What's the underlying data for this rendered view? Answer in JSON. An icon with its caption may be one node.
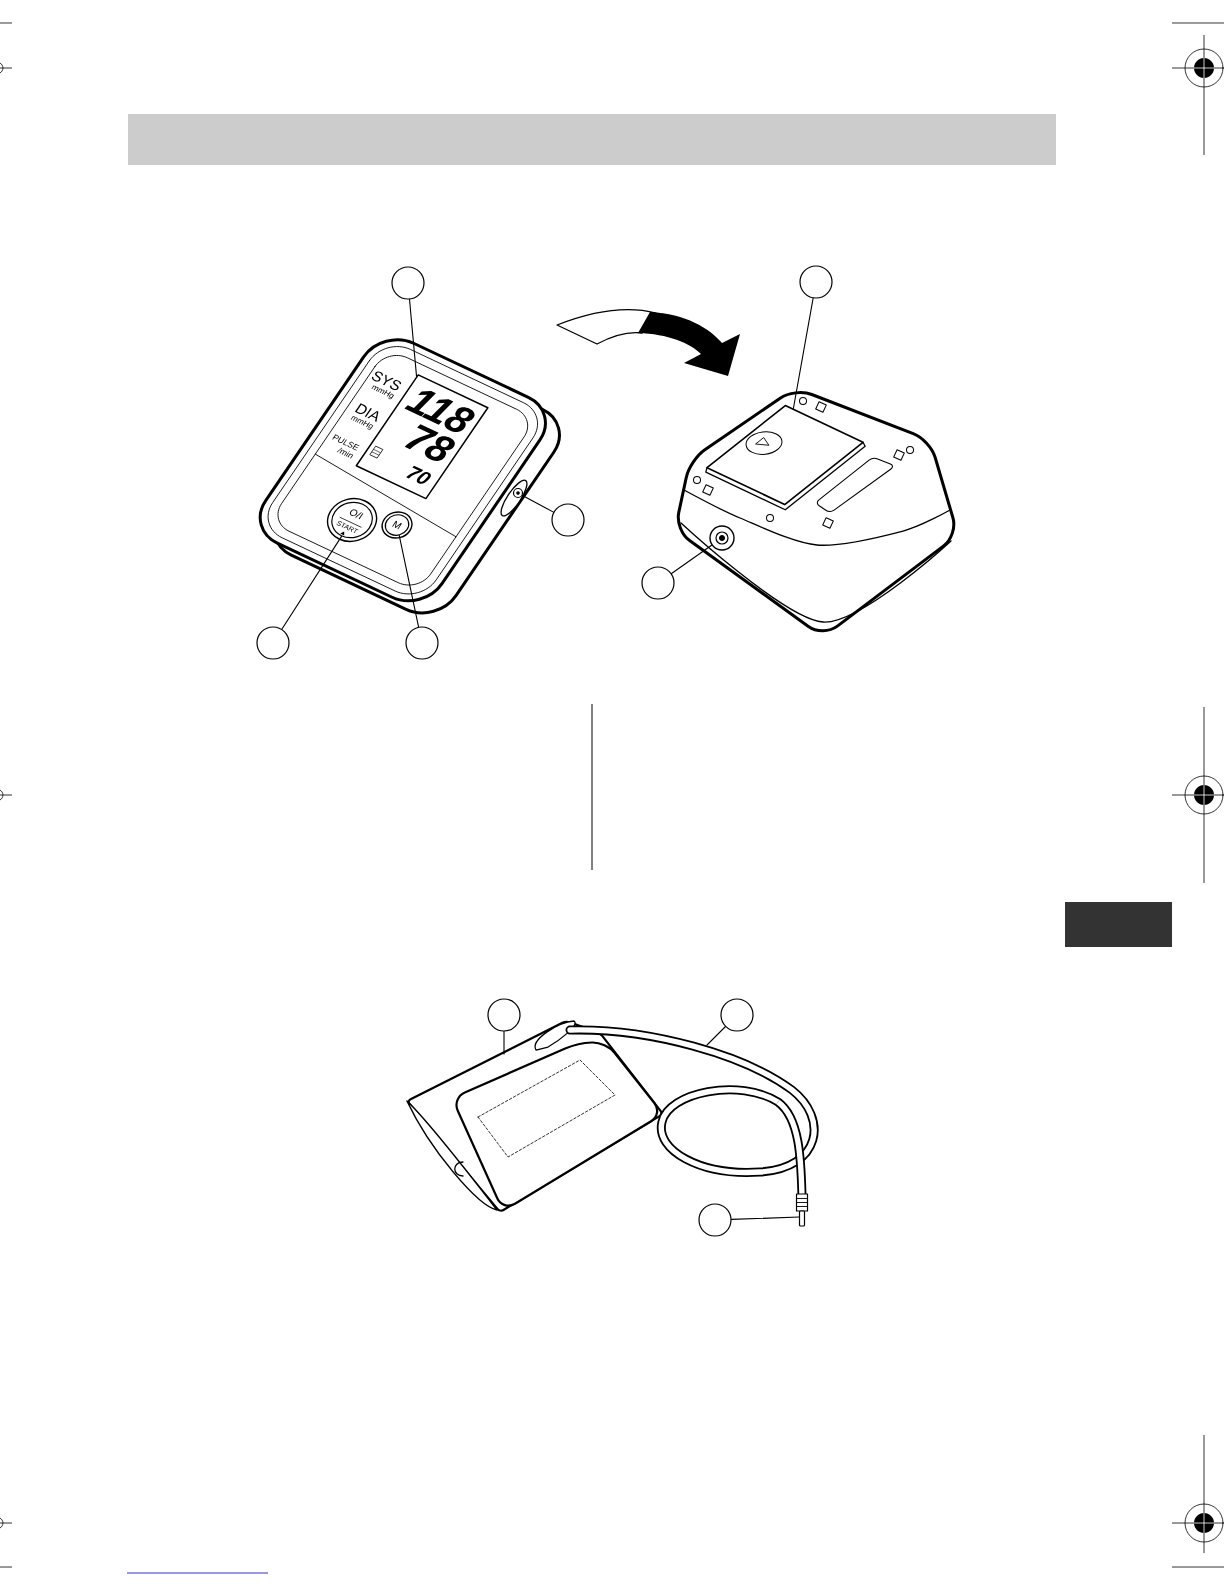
{
  "diagram": {
    "nodes": [
      {
        "text": [],
        "shape": "circle"
      },
      {
        "text": [],
        "shape": "circle"
      },
      {
        "text": [
          "118",
          "78",
          "70"
        ]
      },
      {
        "text": [],
        "shape": "box"
      },
      {
        "text": [],
        "shape": "circle"
      },
      {
        "text": [],
        "shape": "circle"
      },
      {
        "text": [
          "O/I",
          "START"
        ]
      },
      {
        "text": [
          "M"
        ]
      },
      {
        "text": [],
        "shape": "circle"
      },
      {
        "text": [],
        "shape": "circle"
      },
      {
        "text": [],
        "shape": "circle"
      },
      {
        "text": [],
        "shape": "circle"
      },
      {
        "text": [],
        "shape": "box"
      },
      {
        "text": [],
        "shape": "circle"
      },
      {
        "text": [],
        "shape": "circle"
      },
      {
        "text": [],
        "shape": "picture"
      },
      {
        "text": [],
        "shape": "picture"
      },
      {
        "text": [],
        "shape": "picture"
      },
      {
        "text": [],
        "shape": "circle"
      }
    ],
    "edges": [
      {
        "from": 0,
        "to": 2,
        "arrow": "none"
      },
      {
        "from": 1,
        "to": 3,
        "arrow": "none"
      },
      {
        "from": 5,
        "to": 4,
        "arrow": "none"
      },
      {
        "from": 9,
        "to": 8,
        "arrow": "none"
      },
      {
        "from": 10,
        "to": 6,
        "arrow": "none"
      },
      {
        "from": 11,
        "to": 7,
        "arrow": "none"
      },
      {
        "from": 13,
        "to": 15,
        "arrow": "none"
      },
      {
        "from": 14,
        "to": 16,
        "arrow": "none"
      },
      {
        "from": 18,
        "to": 17,
        "arrow": "none"
      }
    ],
    "labels": [
      "SYS",
      "mmHg",
      "DIA",
      "mmHg",
      "PULSE /min"
    ]
  }
}
